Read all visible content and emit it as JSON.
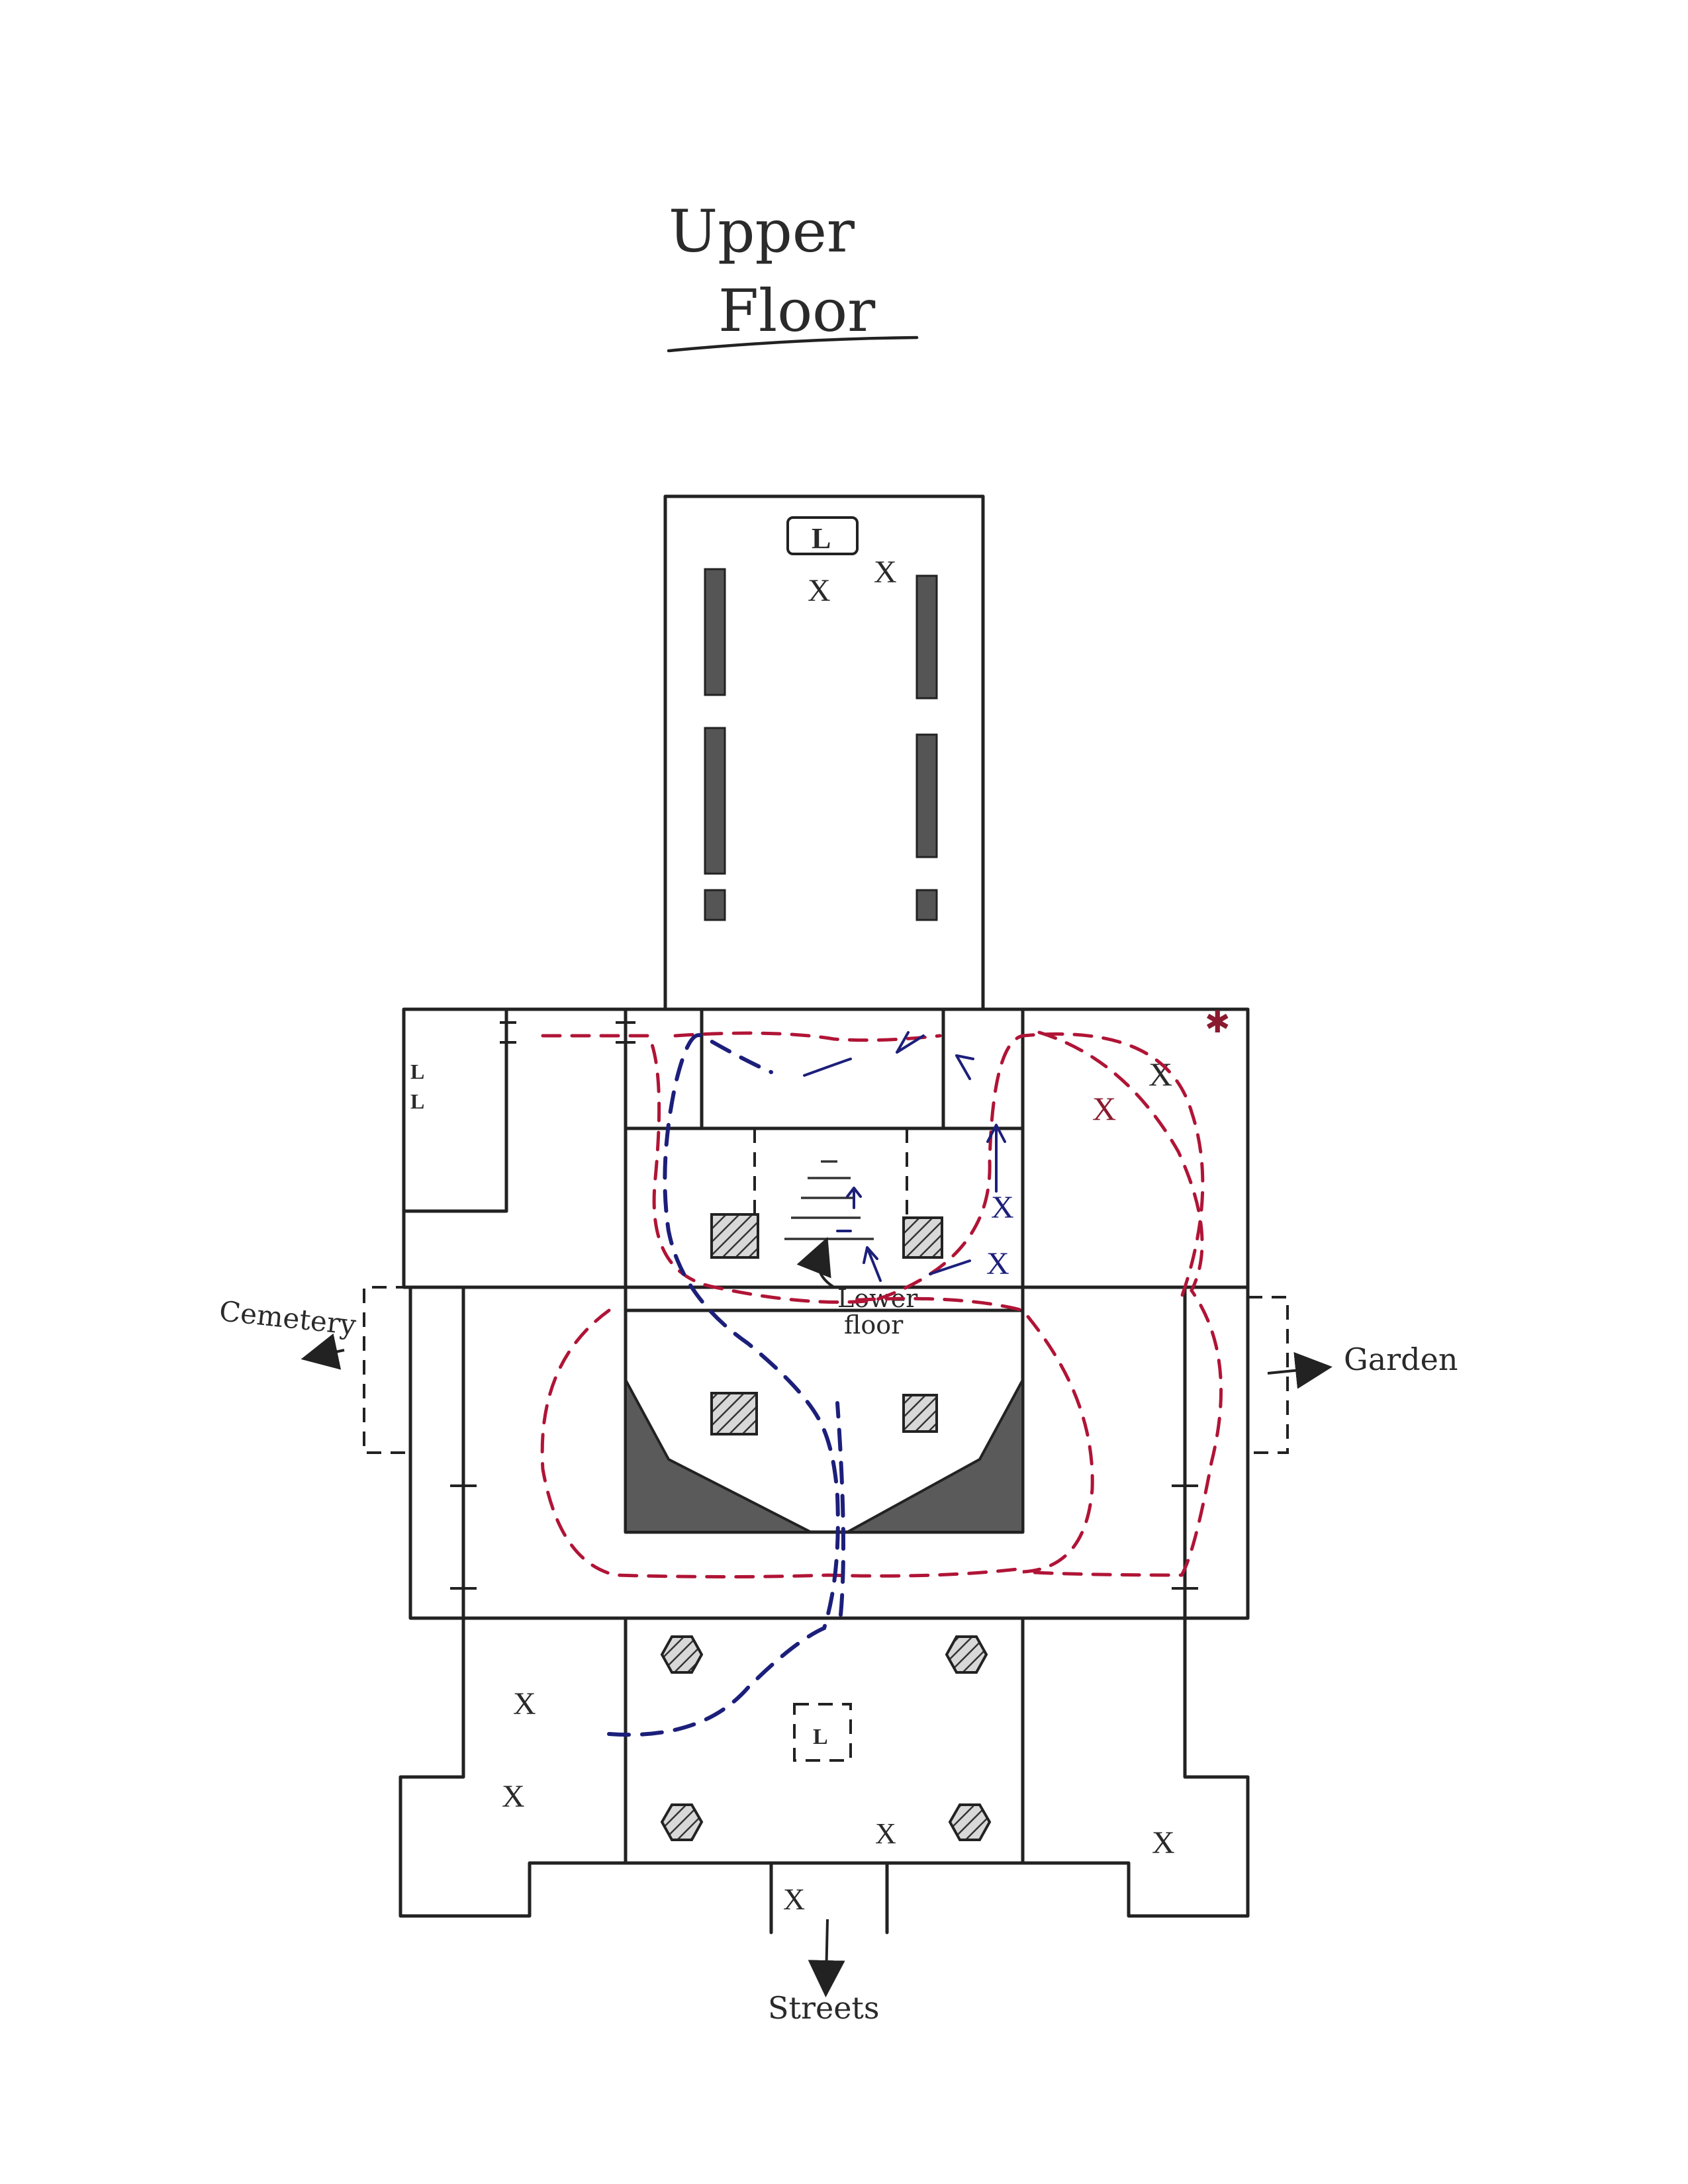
{
  "title": {
    "line1": "Upper",
    "line2": "Floor"
  },
  "labels": {
    "lower_floor_1": "Lower",
    "lower_floor_2": "floor",
    "cemetery": "Cemetery",
    "garden": "Garden",
    "streets": "Streets"
  },
  "markers": {
    "ladder": "L",
    "x_mark": "X",
    "star": "✱"
  },
  "colors": {
    "red_route": "#b01436",
    "blue_route": "#1c1f7a",
    "pencil": "#222222"
  }
}
